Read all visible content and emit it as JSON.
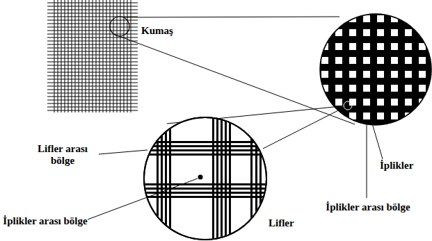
{
  "diagram": {
    "labels": [
      "Kumaş",
      "Lifler arası bölge",
      "İplikler",
      "İplikler arası bölge",
      "Lifler",
      "İplikler arası bölge"
    ]
  }
}
